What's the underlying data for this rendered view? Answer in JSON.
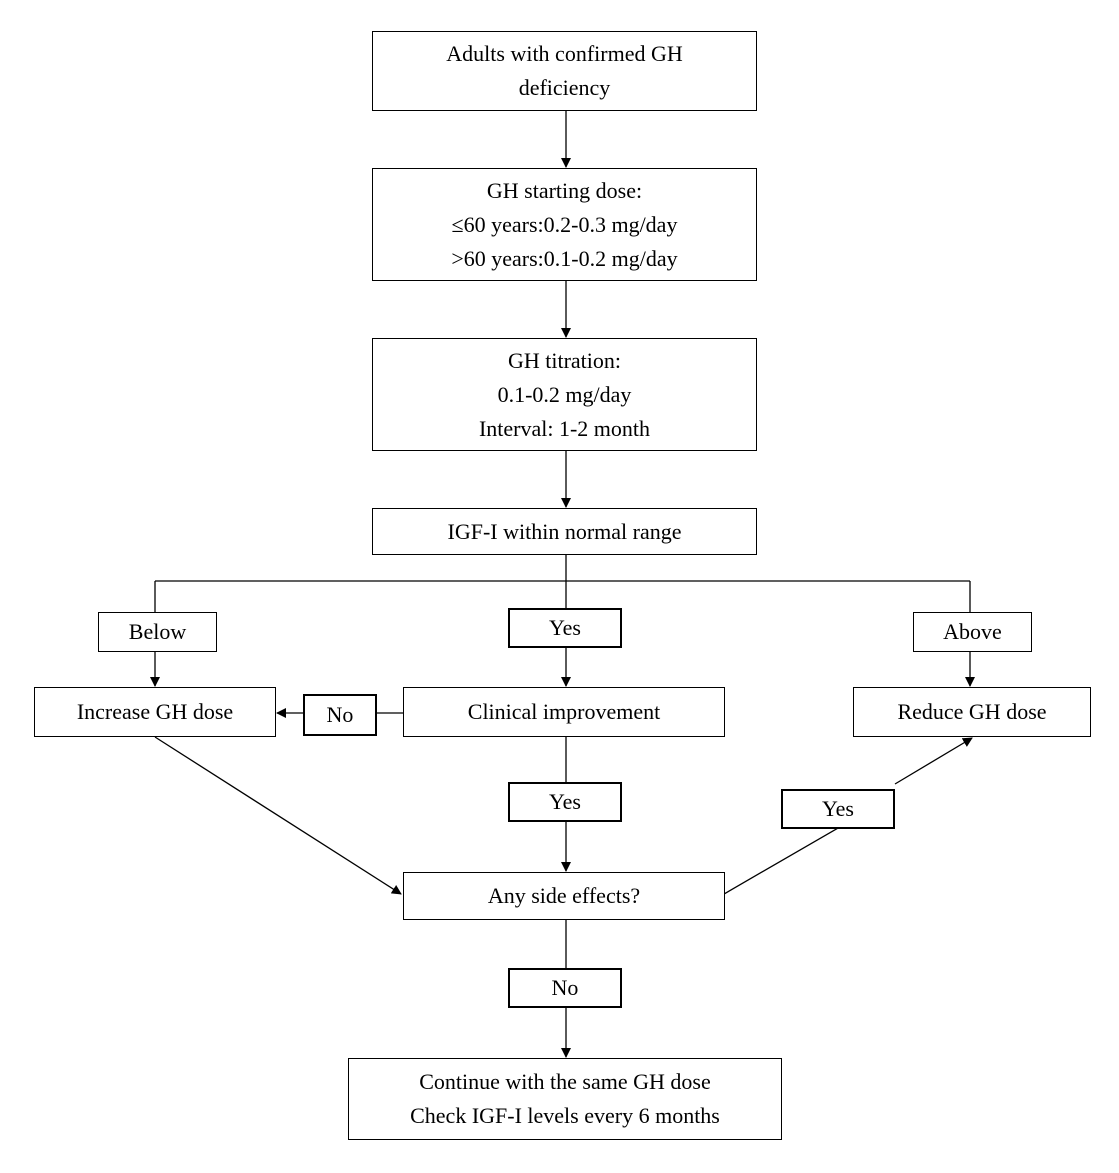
{
  "nodes": {
    "start": [
      "Adults with confirmed GH",
      "deficiency"
    ],
    "starting_dose": [
      "GH starting dose:",
      "≤60 years:0.2-0.3 mg/day",
      ">60 years:0.1-0.2 mg/day"
    ],
    "titration": [
      "GH titration:",
      "0.1-0.2 mg/day",
      "Interval: 1-2 month"
    ],
    "igf_check": "IGF-I within normal range",
    "increase": "Increase GH dose",
    "clinical": "Clinical improvement",
    "reduce": "Reduce GH dose",
    "side_effects": "Any side effects?",
    "continue": [
      "Continue with the same GH dose",
      "Check IGF-I levels every 6 months"
    ]
  },
  "labels": {
    "below": "Below",
    "yes_normal": "Yes",
    "above": "Above",
    "no_improvement": "No",
    "yes_improvement": "Yes",
    "yes_side_effects": "Yes",
    "no_side_effects": "No"
  }
}
